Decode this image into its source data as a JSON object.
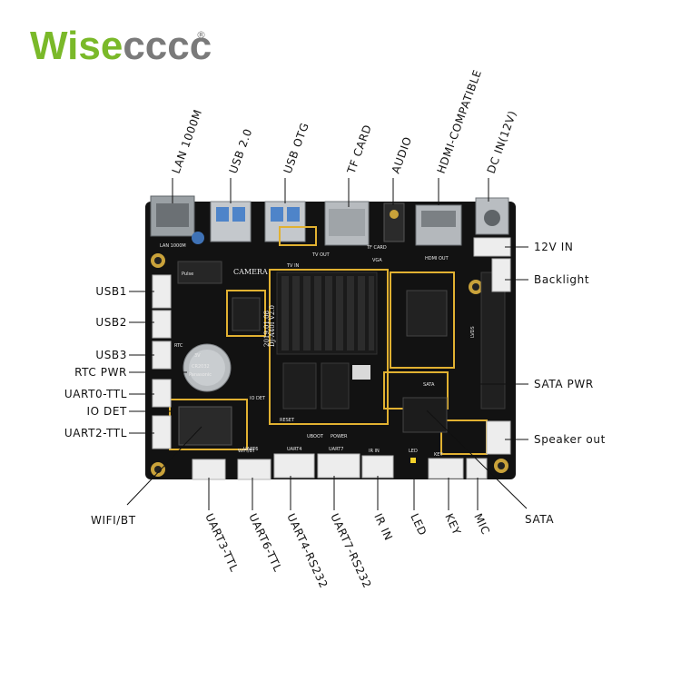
{
  "brand": {
    "name_green": "Wise",
    "name_gray": "cccc",
    "registered": "®",
    "green_color": "#7ab929",
    "gray_color": "#7a7a7a"
  },
  "board": {
    "pcb_color": "#121212",
    "silkscreen": {
      "camera": "CAMERA",
      "model": "DJ-A40I V2.0",
      "date": "2019.01.08",
      "lan": "LAN 1000M",
      "hdmi_out": "HDMI OUT",
      "tv_in": "TV IN",
      "tv_out": "TV OUT",
      "vga": "VGA",
      "sata": "SATA",
      "lvds": "LVDS",
      "rtc": "RTC",
      "io_det": "IO DET",
      "wifi_bt": "WIFI/BT",
      "uart6": "UART6",
      "uart4": "UART4",
      "uart7": "UART7",
      "ir_in": "IR IN",
      "led": "LED",
      "key": "KEY",
      "reset": "RESET",
      "uboot": "UBOOT",
      "power": "POWER",
      "tf_card": "TF CARD",
      "battery_brand": "Panasonic",
      "battery_model": "CR2032",
      "battery_voltage": "3V",
      "ic_brand": "Pulse"
    }
  },
  "labels": {
    "top": [
      "LAN 1000M",
      "USB 2.0",
      "USB OTG",
      "TF CARD",
      "AUDIO",
      "HDMI-COMPATIBLE",
      "DC IN(12V)"
    ],
    "left": [
      "USB1",
      "USB2",
      "USB3",
      "RTC PWR",
      "UART0-TTL",
      "IO DET",
      "UART2-TTL"
    ],
    "right": [
      "12V IN",
      "Backlight",
      "SATA PWR",
      "Speaker out"
    ],
    "bottom_wifi": "WIFI/BT",
    "bottom_rot": [
      "UART3-TTL",
      "UART6-TTL",
      "UART4-RS232",
      "UART7-RS232",
      "IR IN",
      "LED",
      "KEY",
      "MIC"
    ],
    "bottom_sata": "SATA"
  }
}
